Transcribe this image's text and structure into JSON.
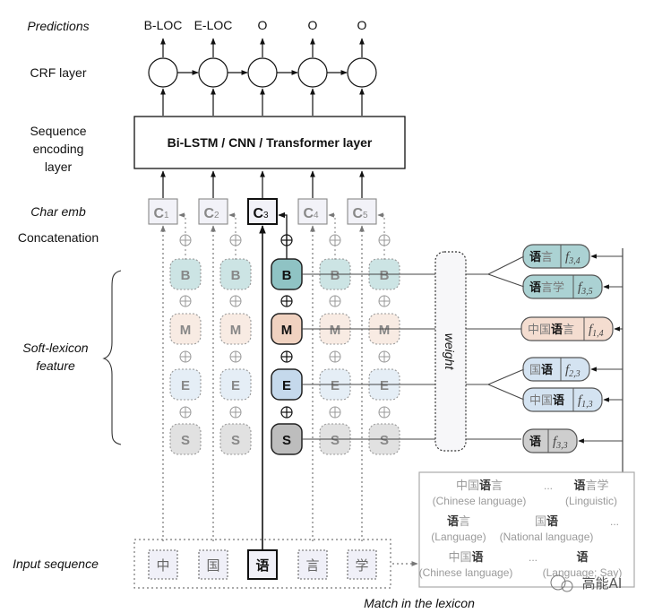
{
  "labels": {
    "predictions": "Predictions",
    "crf_layer": "CRF layer",
    "sequence_encoding": [
      "Sequence",
      "encoding",
      "layer"
    ],
    "char_emb": "Char emb",
    "concatenation": "Concatenation",
    "soft_lexicon": [
      "Soft-lexicon",
      "feature"
    ],
    "input_sequence": "Input sequence",
    "match_caption": "Match in the lexicon",
    "weight": "weight"
  },
  "predictions": [
    "B-LOC",
    "E-LOC",
    "O",
    "O",
    "O"
  ],
  "encoder_label": "Bi-LSTM / CNN / Transformer  layer",
  "char_embeddings": [
    {
      "base": "C",
      "sub": "1",
      "highlight": false
    },
    {
      "base": "C",
      "sub": "2",
      "highlight": false
    },
    {
      "base": "C",
      "sub": "3",
      "highlight": true
    },
    {
      "base": "C",
      "sub": "4",
      "highlight": false
    },
    {
      "base": "C",
      "sub": "5",
      "highlight": false
    }
  ],
  "bmes": [
    "B",
    "M",
    "E",
    "S"
  ],
  "bmes_colors": {
    "B": "#8fc3c4",
    "M": "#f0d2c0",
    "E": "#c5d9ec",
    "S": "#bdbdbd"
  },
  "plus_symbol": "⊕",
  "input_chars": [
    "中",
    "国",
    "语",
    "言",
    "学"
  ],
  "highlight_index": 2,
  "matched_words": [
    {
      "pre": "",
      "bold": "语",
      "post": "言",
      "f": "f",
      "sub": "3,4",
      "group": "B"
    },
    {
      "pre": "",
      "bold": "语",
      "post": "言学",
      "f": "f",
      "sub": "3,5",
      "group": "B"
    },
    {
      "pre": "中国",
      "bold": "语",
      "post": "言",
      "f": "f",
      "sub": "1,4",
      "group": "M"
    },
    {
      "pre": "国",
      "bold": "语",
      "post": "",
      "f": "f",
      "sub": "2,3",
      "group": "E"
    },
    {
      "pre": "中国",
      "bold": "语",
      "post": "",
      "f": "f",
      "sub": "1,3",
      "group": "E"
    },
    {
      "pre": "",
      "bold": "语",
      "post": "",
      "f": "f",
      "sub": "3,3",
      "group": "S"
    }
  ],
  "lexicon": {
    "rows": [
      [
        {
          "pre": "中国",
          "bold": "语",
          "post": "言",
          "en": "(Chinese language)"
        },
        {
          "ellipsis": "..."
        },
        {
          "pre": "",
          "bold": "语",
          "post": "言学",
          "en": "(Linguistic)"
        }
      ],
      [
        {
          "pre": "",
          "bold": "语",
          "post": "言",
          "en": "(Language)"
        },
        {
          "pre": "国",
          "bold": "语",
          "post": "",
          "en": "(National language)"
        },
        {
          "ellipsis": "..."
        }
      ],
      [
        {
          "pre": "中国",
          "bold": "语",
          "post": "",
          "en": "(Chinese language)"
        },
        {
          "ellipsis": "..."
        },
        {
          "pre": "",
          "bold": "语",
          "post": "",
          "en": "(Language; Say)"
        }
      ]
    ]
  },
  "watermark": "高能AI"
}
